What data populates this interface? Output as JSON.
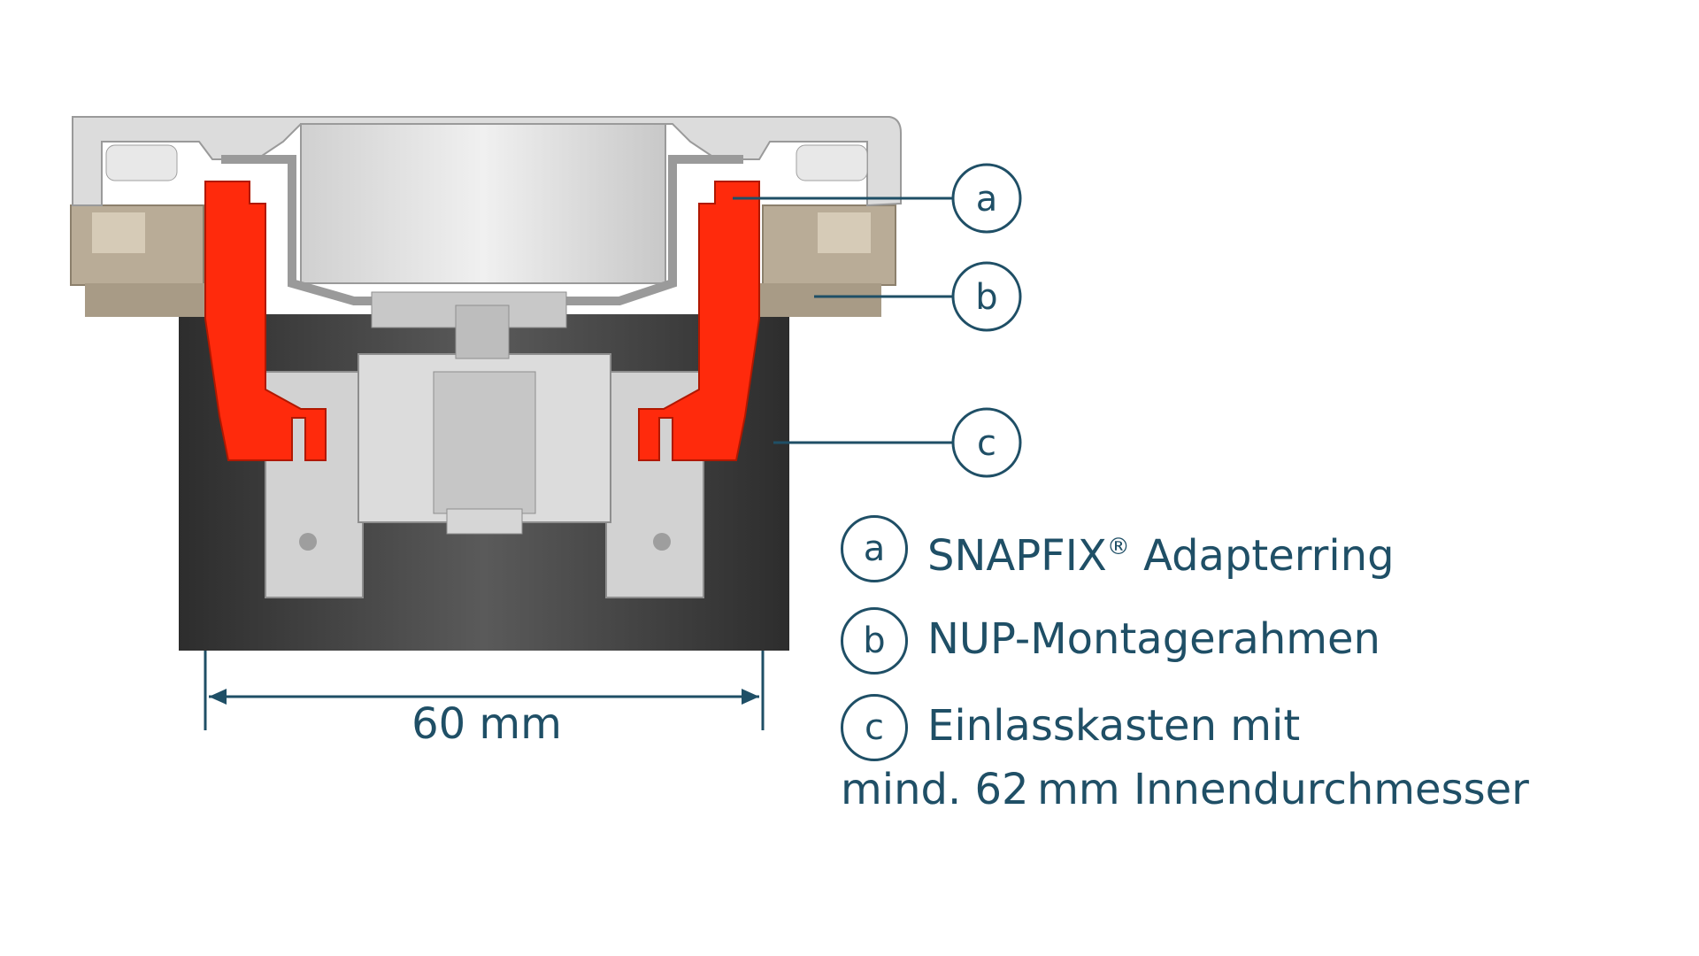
{
  "callouts": [
    {
      "letter": "a"
    },
    {
      "letter": "b"
    },
    {
      "letter": "c"
    }
  ],
  "legend": [
    {
      "letter": "a",
      "text": "SNAPFIX",
      "sup": "®",
      "text_after": " Adapterring"
    },
    {
      "letter": "b",
      "text": "NUP-Montagerahmen"
    },
    {
      "letter": "c",
      "text": "Einlasskasten mit",
      "text_line2": "mind. 62 mm Innendurchmesser"
    }
  ],
  "dimension": {
    "label": "60 mm"
  },
  "colors": {
    "accent": "#1f4f66",
    "adapter_ring": "#ff2a0c",
    "frame": "#b4a792",
    "box": "#3a3a3a"
  }
}
